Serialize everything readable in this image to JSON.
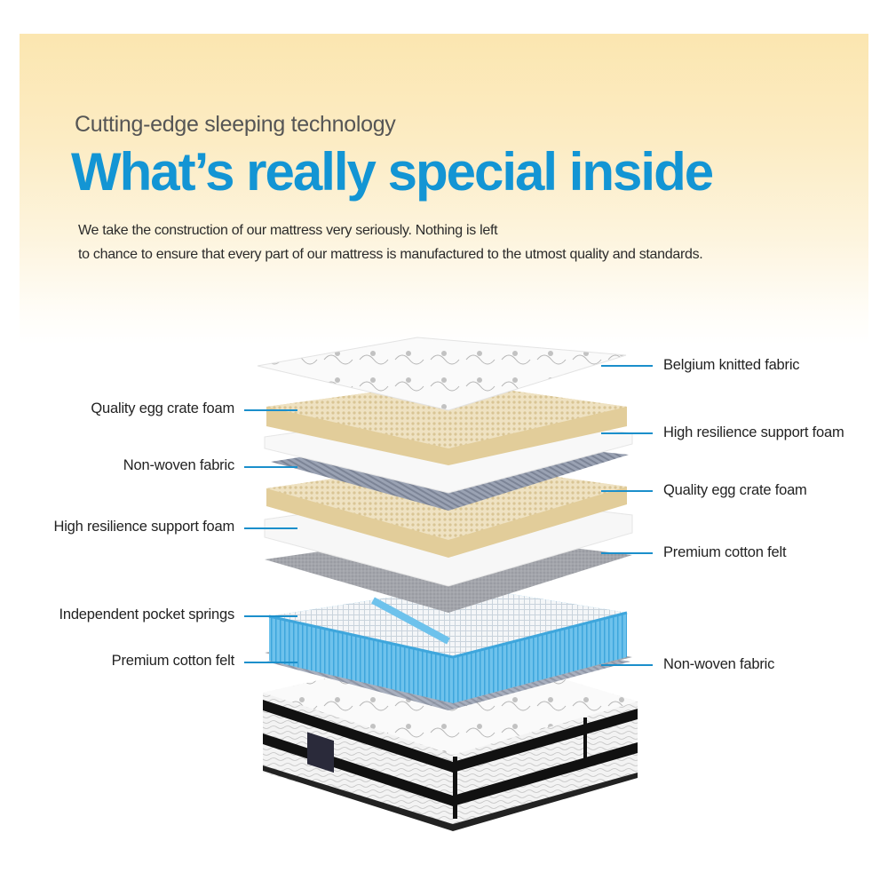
{
  "header": {
    "kicker": "Cutting-edge sleeping technology",
    "headline": "What’s really special inside",
    "intro_line_1": "We take the construction of our mattress very seriously. Nothing is left",
    "intro_line_2": "to chance to ensure that every part of our mattress is manufactured to the utmost quality and standards."
  },
  "colors": {
    "accent_blue": "#1395d4",
    "leader_line": "#1b8fcb",
    "banner_top": "#fbe6b0",
    "egg_crate_foam": "#e4d2a6",
    "non_woven_fabric": "#8f97a8",
    "cotton_felt": "#9a9ca3",
    "pocket_springs": "#6cc0ea"
  },
  "diagram": {
    "left_labels": [
      {
        "text": "Quality egg crate foam"
      },
      {
        "text": "Non-woven fabric"
      },
      {
        "text": "High resilience support foam"
      },
      {
        "text": "Independent pocket springs"
      },
      {
        "text": "Premium cotton felt"
      }
    ],
    "right_labels": [
      {
        "text": "Belgium knitted fabric"
      },
      {
        "text": "High resilience support foam"
      },
      {
        "text": "Quality egg crate foam"
      },
      {
        "text": "Premium cotton felt"
      },
      {
        "text": "Non-woven fabric"
      }
    ]
  }
}
